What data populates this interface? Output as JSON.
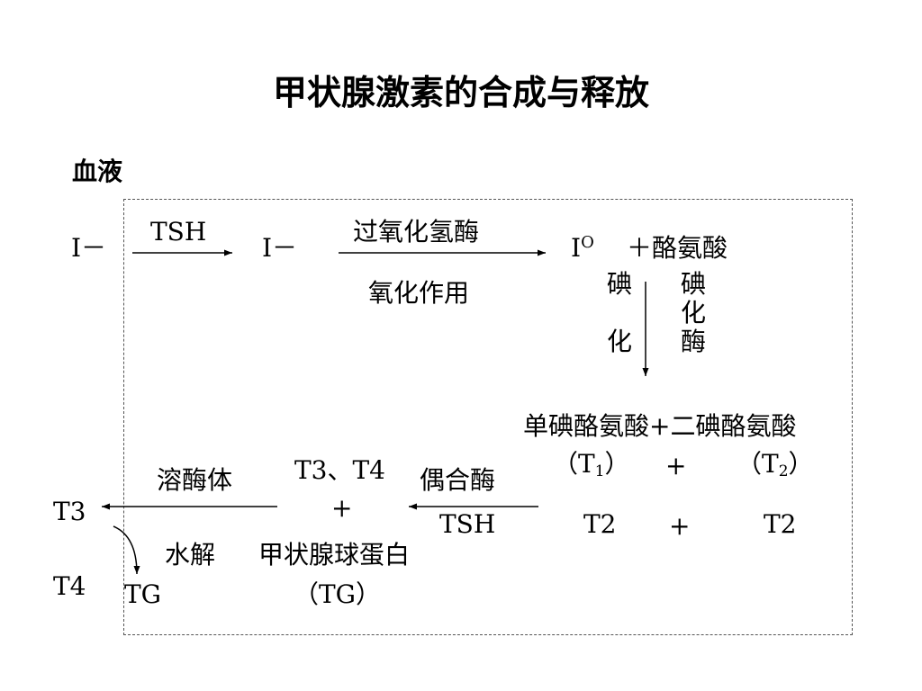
{
  "title": "甲状腺激素的合成与释放",
  "blood_label": "血液",
  "step1": {
    "from": "I－",
    "over": "TSH",
    "to": "I－"
  },
  "step2": {
    "over": "过氧化氢酶",
    "under": "氧化作用",
    "product": "I",
    "product_sup": "O",
    "plus_reactant": "＋酪氨酸"
  },
  "step3": {
    "left_chars": [
      "碘",
      "化"
    ],
    "right_chars": [
      "碘",
      "化",
      "酶"
    ]
  },
  "products": {
    "line1": "单碘酪氨酸+二碘酪氨酸",
    "t1": {
      "open": "（T",
      "sub": "1",
      "close": "）"
    },
    "plus": "+",
    "t2": {
      "open": "（T",
      "sub": "2",
      "close": "）"
    },
    "coupled_left": "T2",
    "coupled_plus": "+",
    "coupled_right": "T2"
  },
  "coupling": {
    "over": "偶合酶",
    "under": "TSH"
  },
  "complex": {
    "top": "T3、T4",
    "plus": "+",
    "protein": "甲状腺球蛋白",
    "protein_abbr": "（TG）"
  },
  "hydrolysis": {
    "over": "溶酶体",
    "under": "水解"
  },
  "outputs": {
    "t3": "T3",
    "t4": "T4",
    "tg": "TG"
  },
  "colors": {
    "line": "#000000",
    "box_border": "#555555"
  }
}
